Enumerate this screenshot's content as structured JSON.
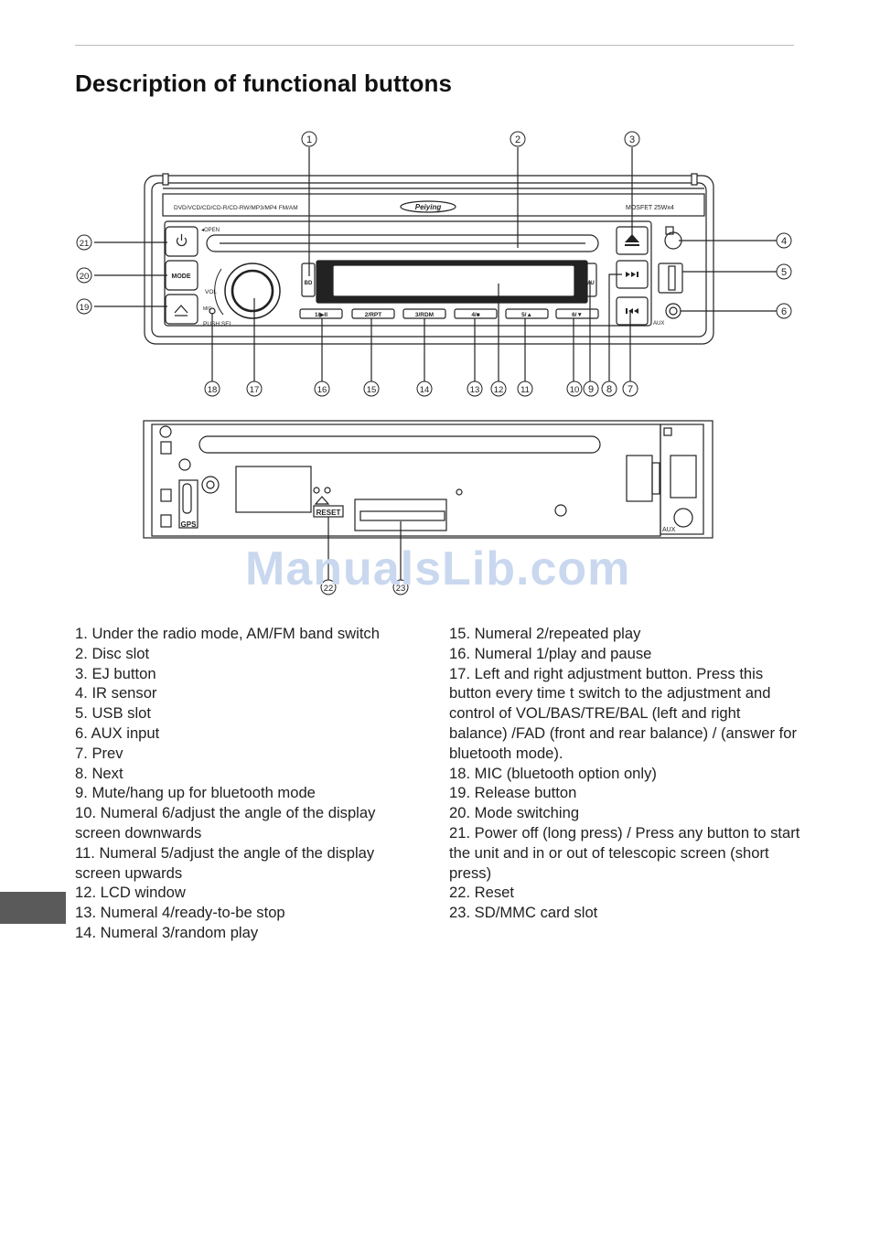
{
  "page": {
    "title": "Description of functional buttons",
    "watermark": "ManualsLib.com"
  },
  "diagram": {
    "front_panel": {
      "formats_label": "DVD/VCD/CD/CD-R/CD-RW/MP3/MP4 FM/AM",
      "brand_logo": "Peiying",
      "power_label": "MOSFET  25Wx4",
      "open_label": "◂OPEN",
      "mode_label": "MODE",
      "vol_label": "VOL",
      "mic_label": "MIC",
      "push_sel_label": "PUSH SEL",
      "bd_label": "BD",
      "mu_label": "MU",
      "aux_label": "AUX",
      "preset_buttons": [
        "1/▶II",
        "2/RPT",
        "3/RDM",
        "4/■",
        "5/▲",
        "6/▼"
      ]
    },
    "back_panel": {
      "gps_label": "GPS",
      "reset_label": "RESET",
      "aux_label": "AUX"
    },
    "callouts": [
      "1",
      "2",
      "3",
      "4",
      "5",
      "6",
      "7",
      "8",
      "9",
      "10",
      "11",
      "12",
      "13",
      "14",
      "15",
      "16",
      "17",
      "18",
      "19",
      "20",
      "21",
      "22",
      "23"
    ]
  },
  "descriptions": {
    "left": [
      "1. Under the radio mode, AM/FM band switch",
      "2. Disc slot",
      "3. EJ button",
      "4. IR sensor",
      "5. USB slot",
      "6. AUX input",
      "7. Prev",
      "8. Next",
      "9. Mute/hang up for bluetooth mode",
      "10. Numeral 6/adjust the angle of the display screen downwards",
      "11. Numeral 5/adjust the angle of the display screen upwards",
      "12. LCD window",
      "13. Numeral 4/ready-to-be stop",
      "14. Numeral 3/random play"
    ],
    "right": [
      "15. Numeral 2/repeated play",
      "16. Numeral 1/play and pause",
      "17. Left and right adjustment button. Press this button every time t switch to the adjustment and control of VOL/BAS/TRE/BAL (left and right balance) /FAD (front and rear balance) / (answer for bluetooth mode).",
      "18. MIC (bluetooth option only)",
      "19. Release button",
      "20. Mode switching",
      "21. Power off (long press) / Press any button to start the unit and in or out of telescopic screen (short press)",
      "22. Reset",
      "23. SD/MMC card slot"
    ]
  }
}
